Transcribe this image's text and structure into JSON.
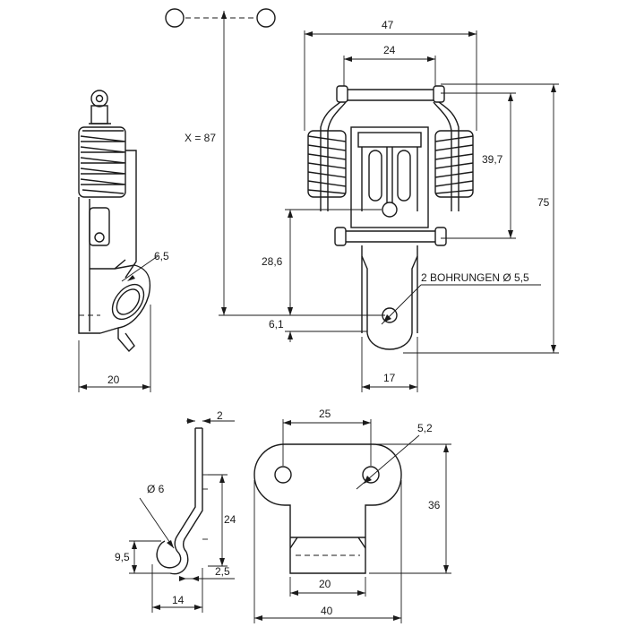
{
  "dimensions": {
    "x_total": "X = 87",
    "width_47": "47",
    "width_24": "24",
    "height_39_7": "39,7",
    "height_75": "75",
    "height_28_6": "28,6",
    "height_6_1": "6,1",
    "width_17": "17",
    "width_20_side": "20",
    "dia_6_5": "6,5",
    "holes_note": "2 BOHRUNGEN Ø 5,5",
    "thick_2": "2",
    "dia_6": "Ø 6",
    "height_24": "24",
    "height_9_5": "9,5",
    "width_2_5": "2,5",
    "width_14": "14",
    "width_25": "25",
    "dia_5_2": "5,2",
    "height_36": "36",
    "width_20_plate": "20",
    "width_40": "40"
  },
  "colors": {
    "line": "#1a1a1a",
    "background": "#ffffff"
  }
}
